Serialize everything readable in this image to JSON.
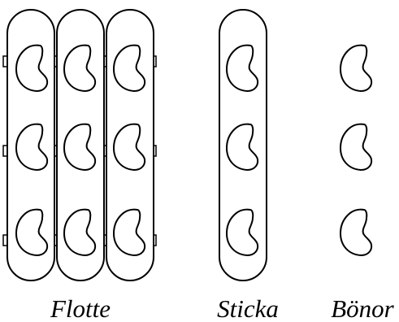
{
  "labels": {
    "raft": "Flotte",
    "stick": "Sticka",
    "beans": "Bönor"
  },
  "stroke_color": "#000000",
  "background_color": "#ffffff"
}
